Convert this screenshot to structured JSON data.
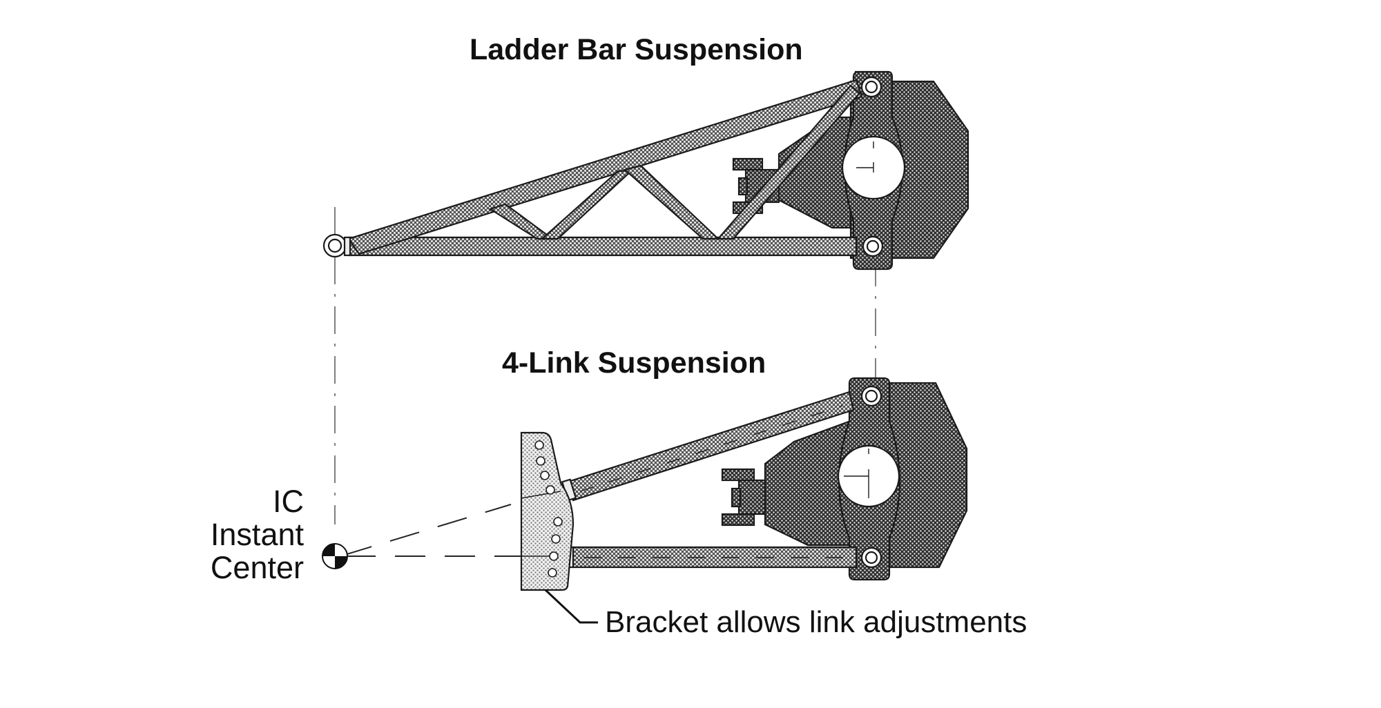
{
  "diagram": {
    "titles": {
      "ladder_bar": "Ladder Bar Suspension",
      "four_link": "4-Link Suspension"
    },
    "instant_center": {
      "abbrev": "IC",
      "line1": "Instant",
      "line2": "Center"
    },
    "callouts": {
      "bracket": "Bracket allows link adjustments"
    },
    "colors": {
      "ink": "#111111",
      "housing_dark": "#5a5a5a",
      "bar_mid": "#8c8c8c",
      "bracket_light": "#b5b5b5",
      "background": "#ffffff"
    },
    "components": [
      "ladder-bar-truss",
      "rear-axle-housing-upper",
      "pinion-yoke-upper",
      "upper-link",
      "lower-link",
      "adjustable-bracket",
      "rear-axle-housing-lower",
      "pinion-yoke-lower",
      "instant-center-marker"
    ]
  }
}
